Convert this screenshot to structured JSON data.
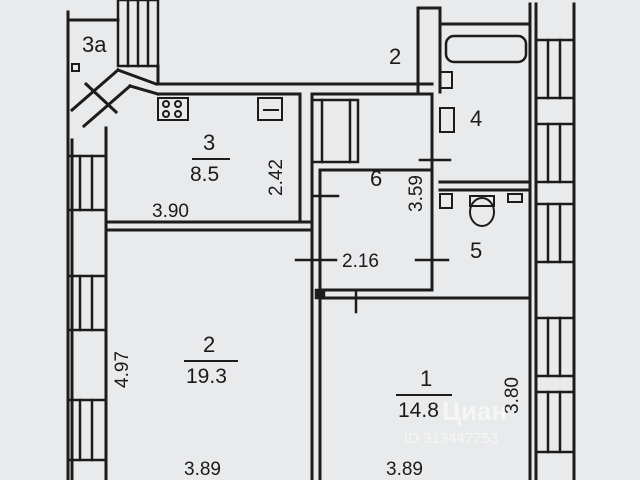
{
  "rooms": {
    "balcony": {
      "number": "3a"
    },
    "room1": {
      "number": "1",
      "area": "14.8"
    },
    "room2": {
      "number": "2",
      "area": "19.3"
    },
    "room3": {
      "number": "3",
      "area": "8.5"
    },
    "room4": {
      "number": "4"
    },
    "room5": {
      "number": "5"
    },
    "room6": {
      "number": "6"
    },
    "top_label": {
      "number": "2"
    }
  },
  "dimensions": {
    "room3_width": "3.90",
    "room3_height": "2.42",
    "room2_height": "4.97",
    "room2_width": "3.89",
    "room1_width": "3.89",
    "room1_height": "3.80",
    "hall_width": "2.16",
    "hall_height": "3.59"
  },
  "watermark": {
    "brand": "Циан",
    "id_text": "ID 313447753"
  }
}
